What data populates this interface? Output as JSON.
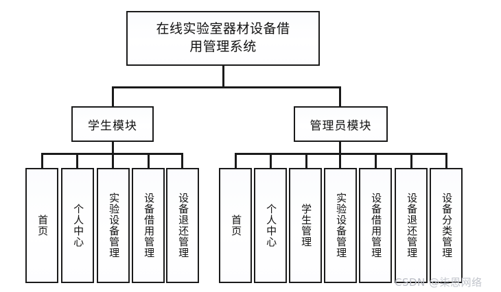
{
  "diagram": {
    "type": "tree",
    "title": "在线实验室器材设备借用管理系统",
    "root": {
      "label": "在线实验室器材设备借用管理系统",
      "line1": "在线实验室器材设备借",
      "line2": "用管理系统"
    },
    "modules": [
      {
        "id": "student",
        "label": "学生模块"
      },
      {
        "id": "admin",
        "label": "管理员模块"
      }
    ],
    "student_leaves": [
      {
        "label": "首页"
      },
      {
        "label": "个人中心"
      },
      {
        "label": "实验设备管理"
      },
      {
        "label": "设备借用管理"
      },
      {
        "label": "设备退还管理"
      }
    ],
    "admin_leaves": [
      {
        "label": "首页"
      },
      {
        "label": "个人中心"
      },
      {
        "label": "学生管理"
      },
      {
        "label": "实验设备管理"
      },
      {
        "label": "设备借用管理"
      },
      {
        "label": "设备退还管理"
      },
      {
        "label": "设备分类管理"
      }
    ]
  },
  "watermark": {
    "source": "CSDN",
    "author": "@柒恩网络"
  },
  "colors": {
    "stroke": "#1a1a1a",
    "fill": "#ffffff",
    "text": "#111111",
    "watermark": "#b9bcc4"
  }
}
